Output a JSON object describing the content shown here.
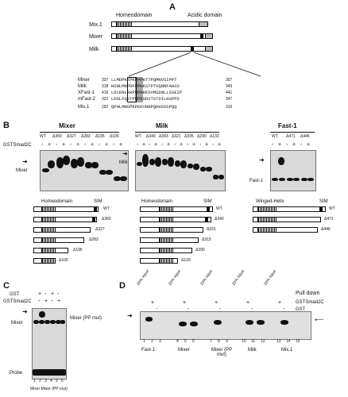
{
  "panelA": {
    "letter": "A",
    "homeodomain_label": "Homeodomain",
    "acidic_label": "Acidic domain",
    "proteins": [
      "Mix.1",
      "Mixer",
      "Milk"
    ],
    "alignment": [
      {
        "name": "Mixer",
        "start": "337",
        "seq": "LLMDPKKPKPPPKTTPQMNVSIPPT",
        "end": "357"
      },
      {
        "name": "Milk",
        "start": "318",
        "seq": "HSNLMNPDFPPKKSTPTVQNNFAHSS",
        "end": "343"
      },
      {
        "name": "XFast-1",
        "start": "419",
        "seq": "LDLENLRAPRPKKKSVMSDNLLSSEIP",
        "end": "441"
      },
      {
        "name": "mFast-2",
        "start": "322",
        "seq": "LDSLFQGTPRPKSDSTSTDILHSPPD",
        "end": "347"
      },
      {
        "name": "Mix.1",
        "start": "292",
        "seq": "QPHLMNSPKPEKVNNPQKHSSSPQQ",
        "end": "316"
      }
    ]
  },
  "panelB": {
    "letter": "B",
    "mixer": {
      "title": "Mixer",
      "lanes": [
        "WT",
        "Δ360",
        "Δ327",
        "Δ283",
        "Δ195",
        "Δ105"
      ],
      "gst_label": "GSTSmad2C",
      "pm": [
        "-",
        "+",
        "-",
        "+",
        "-",
        "+",
        "-",
        "+",
        "-",
        "+",
        "-",
        "+"
      ],
      "band_label": "Mixer",
      "schematic_hd": "Homeodomain",
      "schematic_sim": "SIM",
      "constructs": [
        "WT",
        "Δ360",
        "Δ327",
        "Δ283",
        "Δ195",
        "Δ105"
      ]
    },
    "milk": {
      "title": "Milk",
      "lanes": [
        "WT",
        "Δ340",
        "Δ343",
        "Δ321",
        "Δ335",
        "Δ290",
        "Δ133"
      ],
      "band_label": "Milk",
      "schematic_hd": "Homeodomain",
      "schematic_sim": "SIM",
      "constructs": [
        "WT",
        "Δ340",
        "Δ331",
        "Δ315",
        "Δ290",
        "Δ133"
      ]
    },
    "fast": {
      "title": "Fast-1",
      "lanes": [
        "WT",
        "Δ471",
        "Δ446"
      ],
      "band_label": "Fast-1",
      "schematic_wh": "Winged-Helix",
      "schematic_sim": "SIM",
      "constructs": [
        "WT",
        "Δ471",
        "Δ446"
      ]
    }
  },
  "panelC": {
    "letter": "C",
    "row1": "GST",
    "row2": "GSTSmad2C",
    "row1_signs": [
      "+",
      "-",
      "+",
      "-"
    ],
    "row2_signs": [
      "-",
      "+",
      "-",
      "+"
    ],
    "band_left": "Mixer",
    "band_right": "Mixer (PP mut)",
    "probe": "Probe",
    "lane_numbers": [
      "1",
      "2",
      "3",
      "4",
      "5",
      "6"
    ],
    "bottom": "Mixer Mixer (PP mut)"
  },
  "panelD": {
    "letter": "D",
    "pulldown": "Pull down",
    "row1": "GSTSmad2C",
    "row2": "GST",
    "input": "20% Input",
    "groups": [
      "Fast-1",
      "Mixer",
      "Mixer (PP mut)",
      "Milk",
      "Mix.1"
    ],
    "lane_numbers": [
      "1",
      "2",
      "3",
      "4",
      "5",
      "6",
      "7",
      "8",
      "9",
      "10",
      "11",
      "12",
      "13",
      "14",
      "15"
    ]
  }
}
